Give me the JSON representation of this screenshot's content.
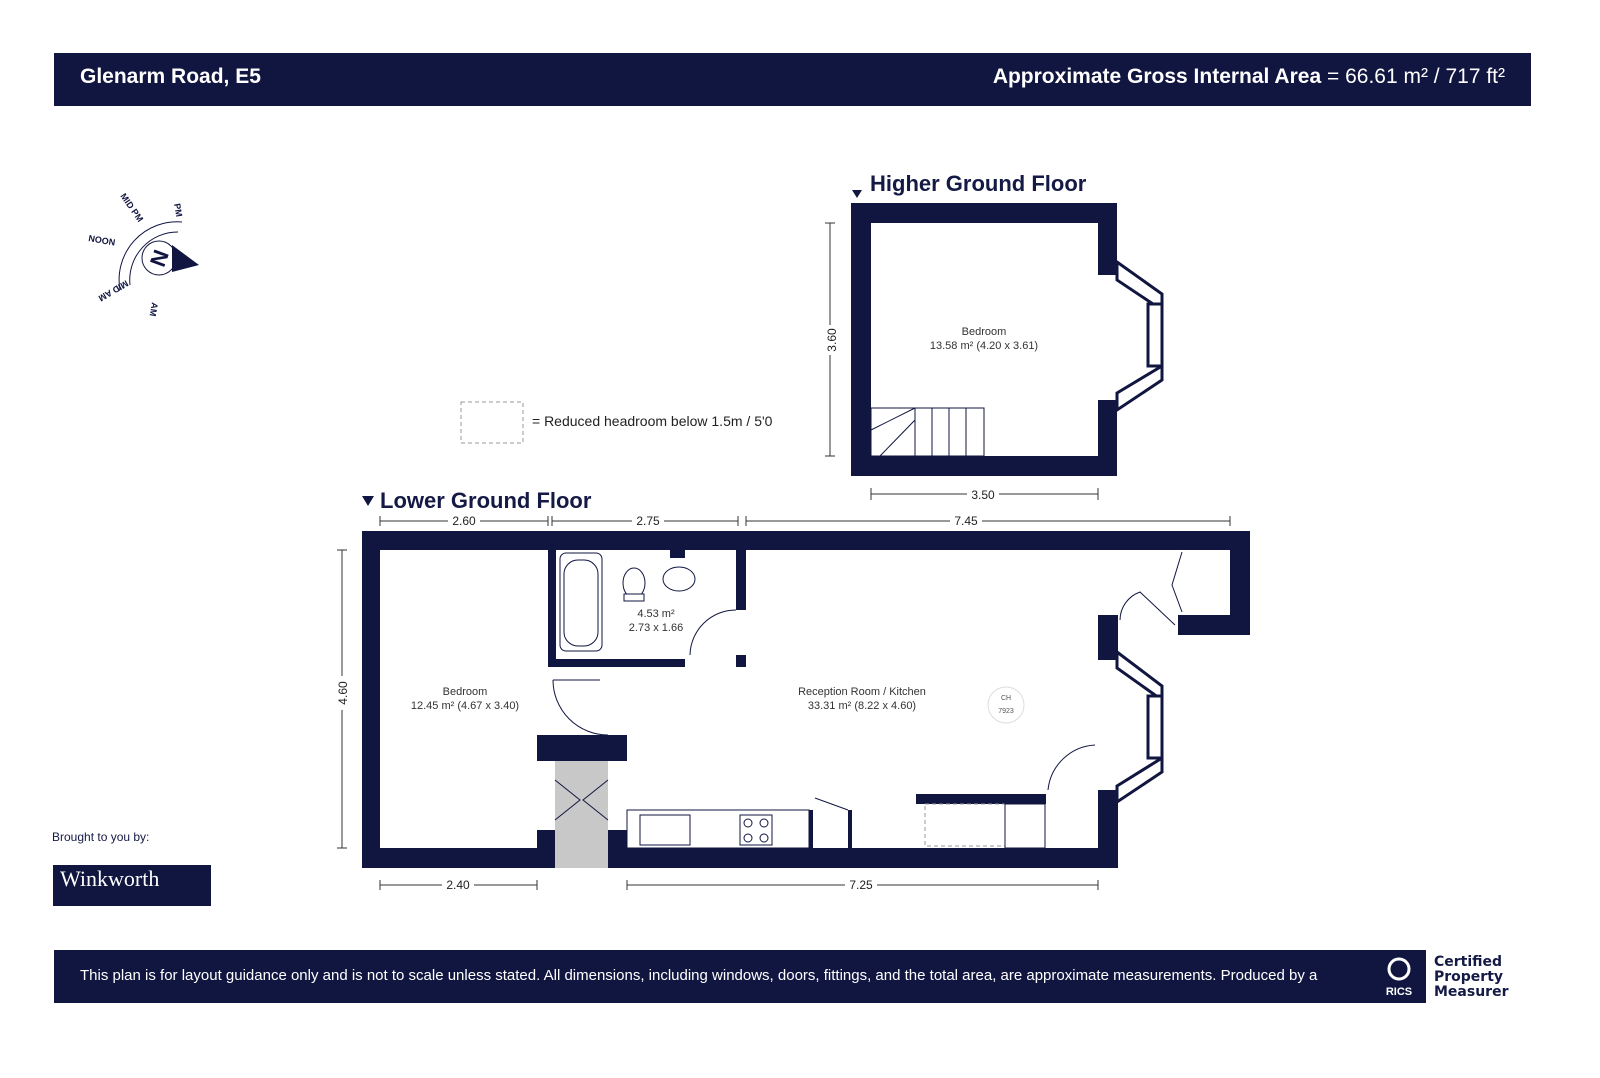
{
  "header": {
    "title": "Glenarm Road, E5",
    "area_label": "Approximate Gross Internal Area",
    "area_value": "= 66.61 m² / 717 ft²"
  },
  "compass": {
    "north": "N",
    "labels": [
      "MID PM",
      "PM",
      "NOON",
      "MID AM",
      "AM"
    ]
  },
  "legend": {
    "text": "= Reduced headroom below 1.5m / 5'0"
  },
  "floors": {
    "higher": {
      "name": "Higher Ground Floor",
      "rooms": [
        {
          "name": "Bedroom",
          "area": "13.58 m² (4.20 x 3.61)"
        }
      ],
      "dims": [
        "3.60",
        "3.50"
      ]
    },
    "lower": {
      "name": "Lower Ground Floor",
      "rooms": [
        {
          "name": "Bedroom",
          "area": "12.45 m² (4.67 x 3.40)"
        },
        {
          "name": "",
          "area": "4.53 m²",
          "size": "2.73 x 1.66"
        },
        {
          "name": "Reception Room / Kitchen",
          "area": "33.31 m² (8.22 x 4.60)"
        }
      ],
      "dims": [
        "2.60",
        "2.75",
        "7.45",
        "4.60",
        "2.40",
        "7.25"
      ],
      "boiler": {
        "label": "CH",
        "code": "7923"
      }
    }
  },
  "branding": {
    "brought_by": "Brought to you by:",
    "agent": "Winkworth",
    "rics": "RICS",
    "certified": [
      "Certified",
      "Property",
      "Measurer"
    ]
  },
  "footer": {
    "disclaimer": "This plan is for layout guidance only and is not to scale unless stated. All dimensions, including windows, doors, fittings, and the total area, are approximate measurements. Produced by a"
  },
  "colors": {
    "navy": "#111641",
    "grey_fill": "#c8c8c8"
  }
}
